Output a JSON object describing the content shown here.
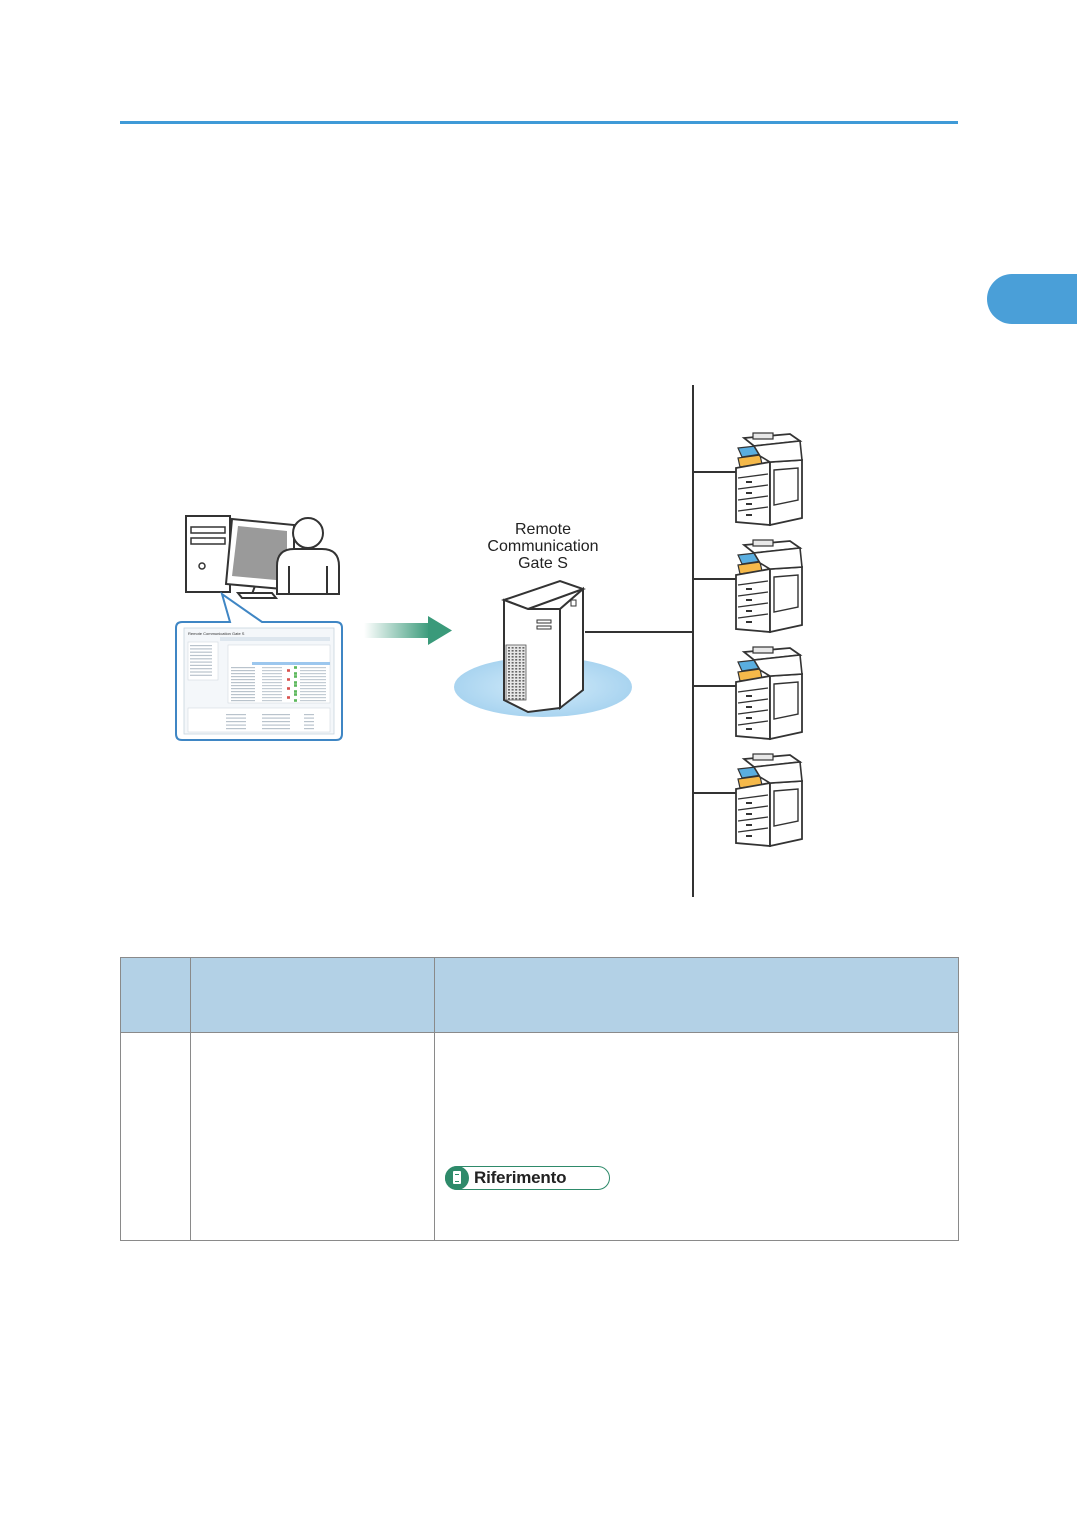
{
  "diagram": {
    "server_label_lines": [
      "Remote",
      "Communication",
      "Gate S"
    ],
    "screen_title": "Remote Communication Gate S",
    "device_count": 4
  },
  "table": {
    "headers": [
      "",
      "",
      ""
    ],
    "rows": [
      [
        "",
        "",
        ""
      ]
    ]
  },
  "reference": {
    "label": "Riferimento",
    "accent_color": "#2e8a6a"
  },
  "colors": {
    "top_rule": "#3f9ad7",
    "chapter_tab": "#4a9fd8",
    "table_header": "#b3d1e6",
    "arrow": "#3a9a7a",
    "server_base": "#a9d4f0"
  }
}
